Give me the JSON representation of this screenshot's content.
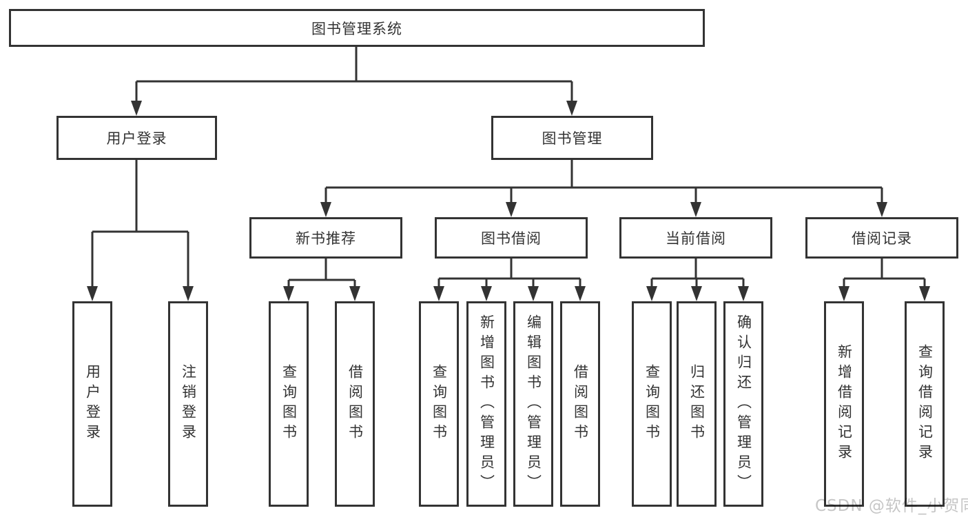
{
  "diagram": {
    "title": "图书管理系统",
    "colors": {
      "line": "#333333",
      "box_border": "#333333",
      "text": "#333333",
      "background": "#ffffff",
      "watermark": "#c6c6c6"
    },
    "nodes": {
      "root": {
        "label": "图书管理系统"
      },
      "user_login": {
        "label": "用户登录"
      },
      "book_management": {
        "label": "图书管理"
      },
      "new_book_recommend": {
        "label": "新书推荐"
      },
      "book_borrow": {
        "label": "图书借阅"
      },
      "current_borrow": {
        "label": "当前借阅"
      },
      "borrow_records": {
        "label": "借阅记录"
      },
      "leaf_user_login": {
        "label": "用户登录"
      },
      "leaf_logout": {
        "label": "注销登录"
      },
      "leaf_rec_query_book": {
        "label": "查询图书"
      },
      "leaf_rec_borrow_book": {
        "label": "借阅图书"
      },
      "leaf_bb_query_book": {
        "label": "查询图书"
      },
      "leaf_bb_add_book": {
        "label": "新增图书（管理员）"
      },
      "leaf_bb_edit_book": {
        "label": "编辑图书（管理员）"
      },
      "leaf_bb_borrow_book": {
        "label": "借阅图书"
      },
      "leaf_cb_query_book": {
        "label": "查询图书"
      },
      "leaf_cb_return_book": {
        "label": "归还图书"
      },
      "leaf_cb_confirm_return": {
        "label": "确认归还（管理员）"
      },
      "leaf_rec_add_record": {
        "label": "新增借阅记录"
      },
      "leaf_rec_query_record": {
        "label": "查询借阅记录"
      }
    },
    "watermark": "CSDN @软件_小贺同学"
  }
}
